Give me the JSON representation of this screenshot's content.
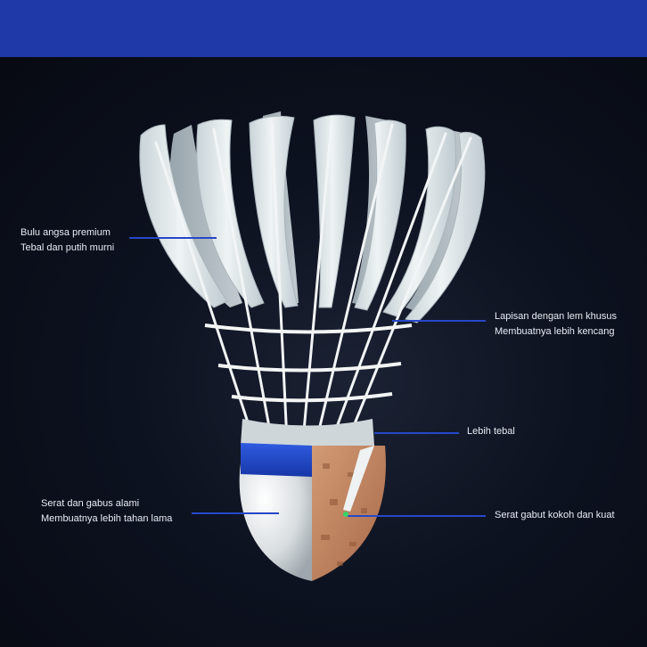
{
  "header": {
    "color": "#1f3aa8"
  },
  "callouts": {
    "feathers": {
      "line1": "Bulu angsa premium",
      "line2": "Tebal dan putih murni"
    },
    "glue": {
      "line1": "Lapisan dengan lem khusus",
      "line2": "Membuatnya lebih kencang"
    },
    "thicker": {
      "line1": "Lebih tebal"
    },
    "cork": {
      "line1": "Serat dan gabus alami",
      "line2": "Membuatnya lebih tahan lama"
    },
    "fiber": {
      "line1": "Serat gabut kokoh dan kuat"
    }
  },
  "colors": {
    "accent_line": "#2648c9",
    "band": "#1d45c9",
    "feather": "#e4ebee",
    "cork": "#c98a63"
  }
}
